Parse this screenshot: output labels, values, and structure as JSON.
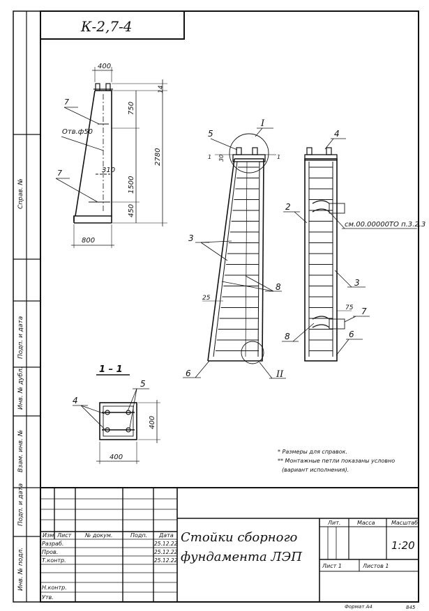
{
  "code": "К-2,7-4",
  "side_labels": [
    "Справ. №",
    "Подп. и дата",
    "Инв. № дубл.",
    "Взам. инв. №",
    "Подп. и дата",
    "Инв. № подл."
  ],
  "elevation": {
    "dim_top": "400",
    "dim_right_top": "14",
    "dim_750": "750",
    "dim_2780": "2780",
    "dim_310": "310",
    "dim_1500": "1500",
    "dim_450": "450",
    "dim_base": "800",
    "hole_label": "Отв.ф50",
    "label_7a": "7",
    "label_7b": "7"
  },
  "front_view": {
    "label_5": "5",
    "label_I": "I",
    "dim_left_30": "30",
    "dim_left_1": "1",
    "dim_right_1": "1",
    "label_3": "3",
    "label_8": "8",
    "dim_25": "25",
    "label_6": "6",
    "label_II": "II"
  },
  "side_view": {
    "label_4": "4",
    "label_2": "2",
    "ref": "см.00.00000ТО п.3.2.3",
    "label_3": "3",
    "dim_75": "75",
    "label_7": "7",
    "label_8": "8",
    "label_6": "6"
  },
  "section": {
    "title": "1 – 1",
    "label_4": "4",
    "label_5": "5",
    "dim_w": "400",
    "dim_h": "400"
  },
  "notes": [
    "* Размеры для справок.",
    "** Монтажные петли показаны условно",
    "(вариант исполнения)."
  ],
  "title_block": {
    "col_headers": [
      "Изм",
      "Лист",
      "№ докум.",
      "Подп.",
      "Дата"
    ],
    "rows": [
      {
        "role": "Разраб.",
        "date": "25.12.22"
      },
      {
        "role": "Пров.",
        "date": "25.12.22"
      },
      {
        "role": "Т.контр.",
        "date": "25.12.22"
      },
      {
        "role": "",
        "date": ""
      },
      {
        "role": "Н.контр.",
        "date": ""
      },
      {
        "role": "Утв.",
        "date": ""
      }
    ],
    "title_line1": "Стойки сборного",
    "title_line2": "фундамента ЛЭП",
    "lit_label": "Лит.",
    "mass_label": "Масса",
    "scale_label": "Масштаб",
    "scale_value": "1:20",
    "sheet_label": "Лист 1",
    "sheets_label": "Листов 1"
  },
  "footer": {
    "format": "Формат А4",
    "code": "845"
  }
}
